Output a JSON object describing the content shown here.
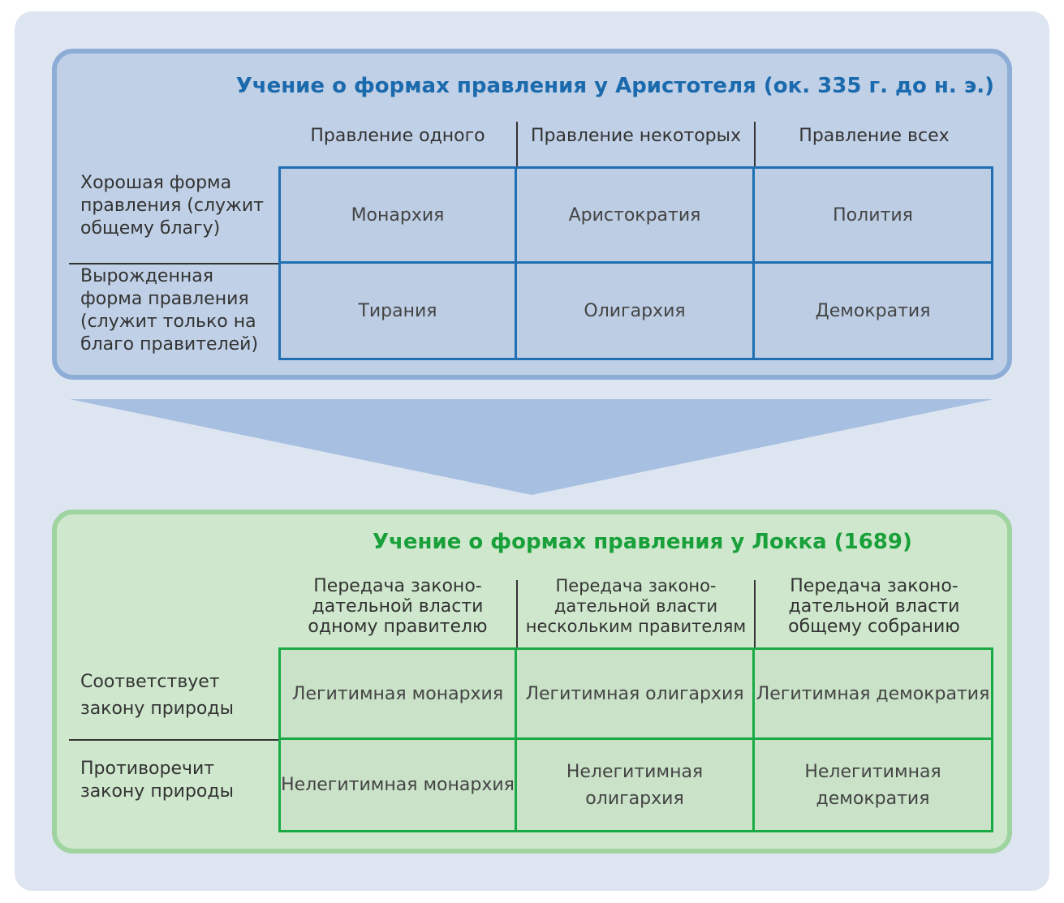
{
  "aristotle": {
    "title": "Учение о формах правления у Аристотеля (ок. 335 г. до н. э.)",
    "columns": [
      "Правление одного",
      "Правление некоторых",
      "Правление всех"
    ],
    "rows": [
      {
        "label": "Хорошая форма правления (служит общему благу)",
        "cells": [
          "Монархия",
          "Аристократия",
          "Полития"
        ]
      },
      {
        "label": "Вырожденная форма правления (служит только на благо правителей)",
        "cells": [
          "Тирания",
          "Олигархия",
          "Демократия"
        ]
      }
    ]
  },
  "locke": {
    "title": "Учение о формах правления у Локка (1689)",
    "columns": [
      "Передача законо-дательной власти одному правителю",
      "Передача законо-дательной власти нескольким правителям",
      "Передача законо-дательной власти общему собранию"
    ],
    "rows": [
      {
        "label": "Соответствует закону природы",
        "cells": [
          "Легитимная монархия",
          "Легитимная олигархия",
          "Легитимная демократия"
        ]
      },
      {
        "label": "Противоречит закону природы",
        "cells": [
          "Нелегитимная монархия",
          "Нелегитимная олигархия",
          "Нелегитимная демократия"
        ]
      }
    ]
  },
  "colors": {
    "blue": "#1a6aad",
    "green": "#1aa03a"
  }
}
